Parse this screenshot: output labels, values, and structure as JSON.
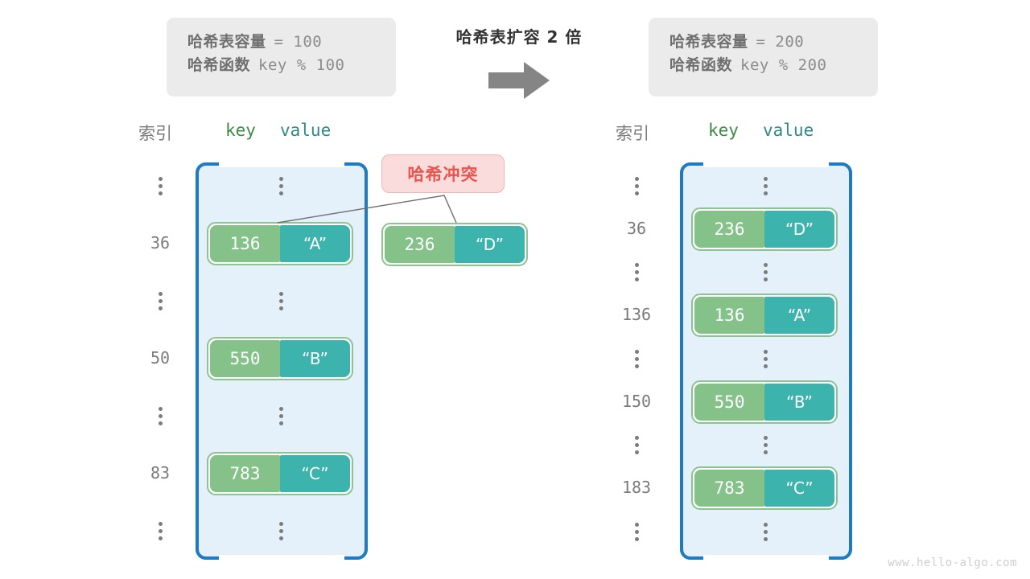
{
  "title": {
    "expand_text": "哈希表扩容 2 倍",
    "arrow_icon": "right-arrow-icon",
    "arrow_color": "#858585"
  },
  "info_before": {
    "capacity_label": "哈希表容量",
    "capacity_expr": "= 100",
    "function_label": "哈希函数",
    "function_expr": "key % 100"
  },
  "info_after": {
    "capacity_label": "哈希表容量",
    "capacity_expr": "= 200",
    "function_label": "哈希函数",
    "function_expr": "key % 200"
  },
  "headers": {
    "index": "索引",
    "key": "key",
    "value": "value"
  },
  "collision": {
    "badge_label": "哈希冲突",
    "badge_bg": "#fbdcdc",
    "badge_text_color": "#e8554d",
    "floating_entry": {
      "key": "236",
      "value": "“D”"
    }
  },
  "left_table": {
    "rows": [
      {
        "index": "⋮",
        "type": "ellipsis"
      },
      {
        "index": "36",
        "type": "entry",
        "key": "136",
        "value": "“A”"
      },
      {
        "index": "⋮",
        "type": "ellipsis"
      },
      {
        "index": "50",
        "type": "entry",
        "key": "550",
        "value": "“B”"
      },
      {
        "index": "⋮",
        "type": "ellipsis"
      },
      {
        "index": "83",
        "type": "entry",
        "key": "783",
        "value": "“C”"
      },
      {
        "index": "⋮",
        "type": "ellipsis"
      }
    ]
  },
  "right_table": {
    "rows": [
      {
        "index": "⋮",
        "type": "ellipsis"
      },
      {
        "index": "36",
        "type": "entry",
        "key": "236",
        "value": "“D”"
      },
      {
        "index": "⋮",
        "type": "ellipsis"
      },
      {
        "index": "136",
        "type": "entry",
        "key": "136",
        "value": "“A”"
      },
      {
        "index": "⋮",
        "type": "ellipsis"
      },
      {
        "index": "150",
        "type": "entry",
        "key": "550",
        "value": "“B”"
      },
      {
        "index": "⋮",
        "type": "ellipsis"
      },
      {
        "index": "183",
        "type": "entry",
        "key": "783",
        "value": "“C”"
      },
      {
        "index": "⋮",
        "type": "ellipsis"
      }
    ]
  },
  "colors": {
    "bucket_bg": "#e4f0fa",
    "bucket_border": "#1f7ac4",
    "key_cell": "#84c28a",
    "value_cell": "#3cb3ad",
    "entry_border": "#8cc48f",
    "info_bg": "#ebebeb"
  },
  "watermark": "www.hello-algo.com"
}
